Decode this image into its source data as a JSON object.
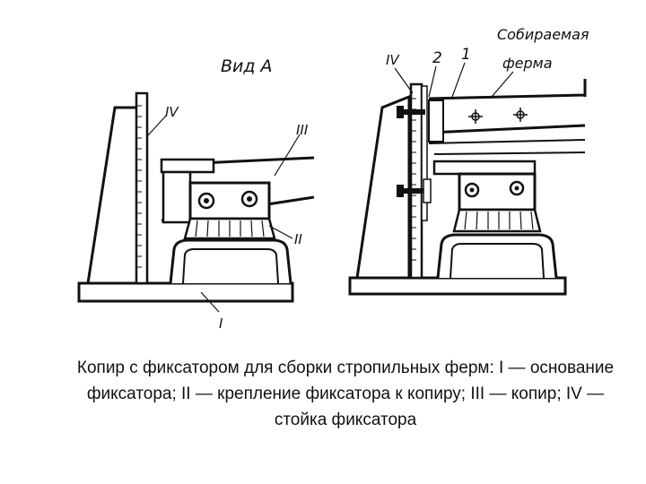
{
  "left_view": {
    "title": "Вид А",
    "labels": {
      "stand": "IV",
      "copier": "III",
      "mount": "II",
      "base": "I"
    }
  },
  "right_view": {
    "labels": {
      "stand": "IV",
      "num2": "2",
      "num1": "1",
      "truss_line1": "Собираемая",
      "truss_line2": "ферма"
    }
  },
  "caption": "Копир с фиксатором для сборки стропильных ферм: I — основание фиксатора; II  — крепление фиксатора к копиру; III — копир; IV — стойка фиксатора"
}
